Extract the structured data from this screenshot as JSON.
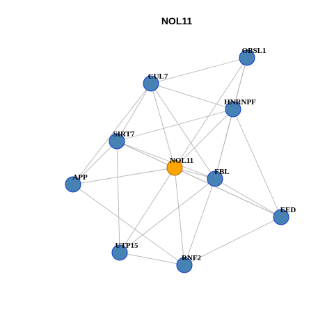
{
  "figure": {
    "title": "NOL11"
  },
  "colors": {
    "edge": "#b3b3b3",
    "node_fill": "#4682b4",
    "node_stroke": "#1c3fcf",
    "center_fill": "#ffa500",
    "center_stroke": "#b36b00"
  },
  "nodes": [
    {
      "id": "OBSL1",
      "label": "OBSL1",
      "center": false
    },
    {
      "id": "CUL7",
      "label": "CUL7",
      "center": false
    },
    {
      "id": "HNRNPF",
      "label": "HNRNPF",
      "center": false
    },
    {
      "id": "SIRT7",
      "label": "SIRT7",
      "center": false
    },
    {
      "id": "NOL11",
      "label": "NOL11",
      "center": true
    },
    {
      "id": "FBL",
      "label": "FBL",
      "center": false
    },
    {
      "id": "APP",
      "label": "APP",
      "center": false
    },
    {
      "id": "EED",
      "label": "EED",
      "center": false
    },
    {
      "id": "UTP15",
      "label": "UTP15",
      "center": false
    },
    {
      "id": "RNF2",
      "label": "RNF2",
      "center": false
    }
  ],
  "edges": [
    [
      "OBSL1",
      "CUL7"
    ],
    [
      "OBSL1",
      "HNRNPF"
    ],
    [
      "OBSL1",
      "NOL11"
    ],
    [
      "OBSL1",
      "FBL"
    ],
    [
      "CUL7",
      "HNRNPF"
    ],
    [
      "CUL7",
      "SIRT7"
    ],
    [
      "CUL7",
      "APP"
    ],
    [
      "CUL7",
      "NOL11"
    ],
    [
      "CUL7",
      "FBL"
    ],
    [
      "HNRNPF",
      "SIRT7"
    ],
    [
      "HNRNPF",
      "FBL"
    ],
    [
      "HNRNPF",
      "EED"
    ],
    [
      "HNRNPF",
      "NOL11"
    ],
    [
      "SIRT7",
      "APP"
    ],
    [
      "SIRT7",
      "NOL11"
    ],
    [
      "SIRT7",
      "FBL"
    ],
    [
      "SIRT7",
      "EED"
    ],
    [
      "SIRT7",
      "UTP15"
    ],
    [
      "NOL11",
      "APP"
    ],
    [
      "NOL11",
      "FBL"
    ],
    [
      "NOL11",
      "UTP15"
    ],
    [
      "NOL11",
      "RNF2"
    ],
    [
      "NOL11",
      "EED"
    ],
    [
      "FBL",
      "EED"
    ],
    [
      "FBL",
      "UTP15"
    ],
    [
      "FBL",
      "RNF2"
    ],
    [
      "APP",
      "RNF2"
    ],
    [
      "UTP15",
      "RNF2"
    ],
    [
      "EED",
      "RNF2"
    ]
  ]
}
